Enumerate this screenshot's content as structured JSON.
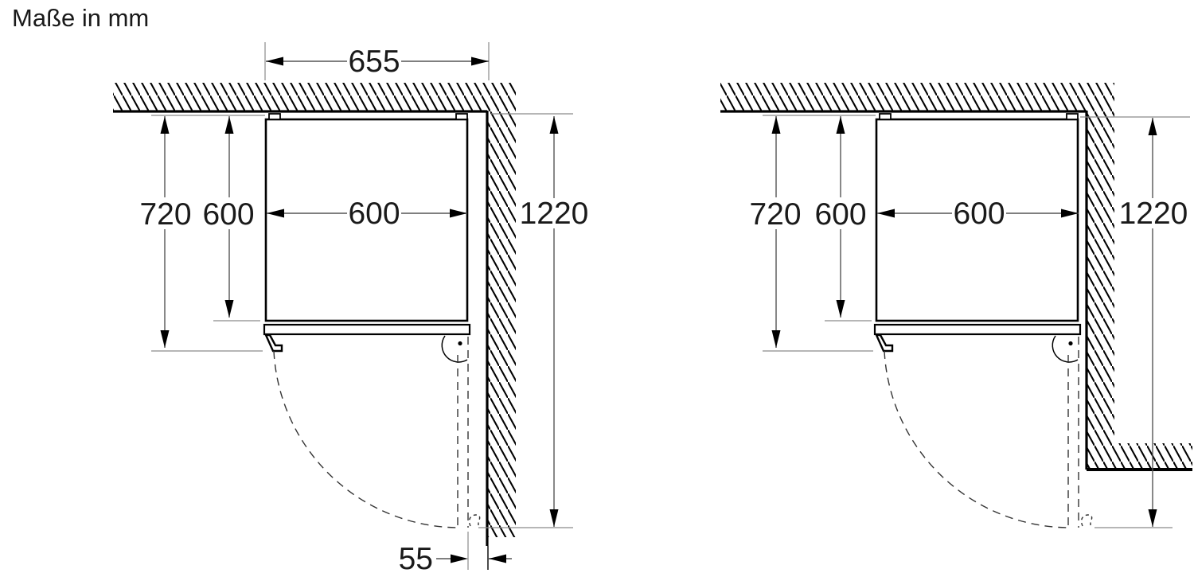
{
  "title": "Maße in mm",
  "left_diagram": {
    "niche_width_total": "655",
    "depth_with_door_handle": "720",
    "body_depth": "600",
    "body_width": "600",
    "depth_door_open": "1220",
    "side_wall_gap": "55"
  },
  "right_diagram": {
    "depth_with_door_handle": "720",
    "body_depth": "600",
    "body_width": "600",
    "depth_door_open": "1220"
  },
  "colors": {
    "line_black": "#000000",
    "dim_line_gray": "#6b6b6b",
    "text_dark": "#1a1a1a"
  }
}
